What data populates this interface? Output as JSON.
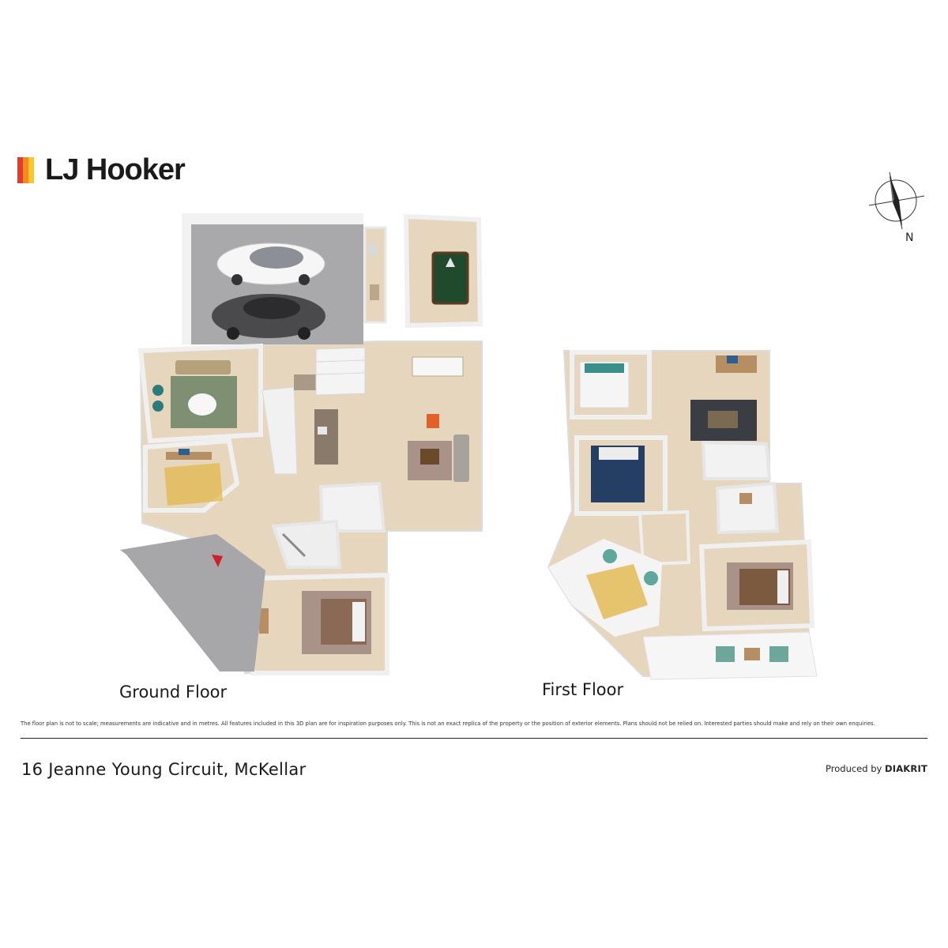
{
  "brand": {
    "name": "LJ Hooker",
    "colors": [
      "#e53a30",
      "#f28c1e",
      "#fbc62b"
    ]
  },
  "compass": {
    "label": "N",
    "icon": "compass-north-icon"
  },
  "floors": [
    {
      "label": "Ground Floor"
    },
    {
      "label": "First Floor"
    }
  ],
  "disclaimer": "The floor plan is not to scale; measurements are indicative and in metres. All features included in this 3D plan are for inspiration purposes only. This is not an exact replica of the property or the position of exterior elements. Plans should not be relied on. Interested parties should make and rely on their own enquiries.",
  "address": "16 Jeanne Young Circuit, McKellar",
  "credit": {
    "prefix": "Produced by",
    "brand": "DIAKRIT"
  },
  "colors": {
    "floor_wood": "#e6d6bd",
    "garage": "#a9a9ab",
    "wall": "#f4f4f4",
    "rug_green": "#7f8f72",
    "rug_mauve": "#a99389",
    "bed_navy": "#243f63",
    "billiard_green": "#1f4a2c",
    "pattern_yellow": "#e2b84c",
    "accent_red": "#d0202a"
  }
}
